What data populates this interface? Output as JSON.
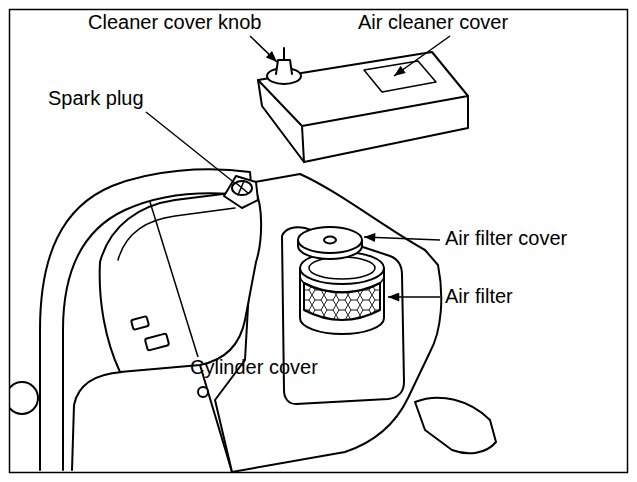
{
  "diagram": {
    "labels": [
      "Cleaner cover knob",
      "Air cleaner cover",
      "Spark plug",
      "Air filter cover",
      "Air filter",
      "Cylinder cover"
    ]
  }
}
